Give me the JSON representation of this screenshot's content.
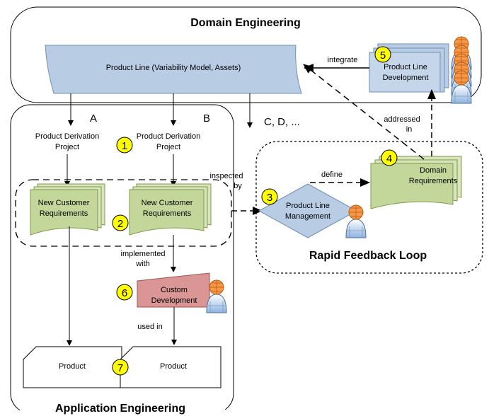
{
  "regions": {
    "domain_engineering": "Domain Engineering",
    "application_engineering": "Application Engineering",
    "rapid_feedback_loop": "Rapid Feedback Loop"
  },
  "nodes": {
    "product_line": "Product Line (Variability Model, Assets)",
    "pl_development_line1": "Product Line",
    "pl_development_line2": "Development",
    "project_a_line1": "Product Derivation",
    "project_a_line2": "Project",
    "project_b_line1": "Product Derivation",
    "project_b_line2": "Project",
    "req_a_line1": "New Customer",
    "req_a_line2": "Requirements",
    "req_b_line1": "New Customer",
    "req_b_line2": "Requirements",
    "plm_line1": "Product Line",
    "plm_line2": "Management",
    "domain_req_line1": "Domain",
    "domain_req_line2": "Requirements",
    "custom_dev_line1": "Custom",
    "custom_dev_line2": "Development",
    "product_a": "Product",
    "product_b": "Product"
  },
  "edges": {
    "integrate": "integrate",
    "addressed_in_line1": "addressed",
    "addressed_in_line2": "in",
    "inspected_by_line1": "inspected",
    "inspected_by_line2": "by",
    "define": "define",
    "implemented_with_line1": "implemented",
    "implemented_with_line2": "with",
    "used_in": "used in"
  },
  "branches": {
    "a": "A",
    "b": "B",
    "more": "C, D, ..."
  },
  "badges": [
    "1",
    "2",
    "3",
    "4",
    "5",
    "6",
    "7"
  ],
  "colors": {
    "product_line_fill": "#b8cce4",
    "requirements_fill": "#c4d79b",
    "custom_dev_fill": "#d99694",
    "badge_fill": "#ffff00",
    "person_head": "#f79646",
    "person_body": "#8db3e2"
  }
}
